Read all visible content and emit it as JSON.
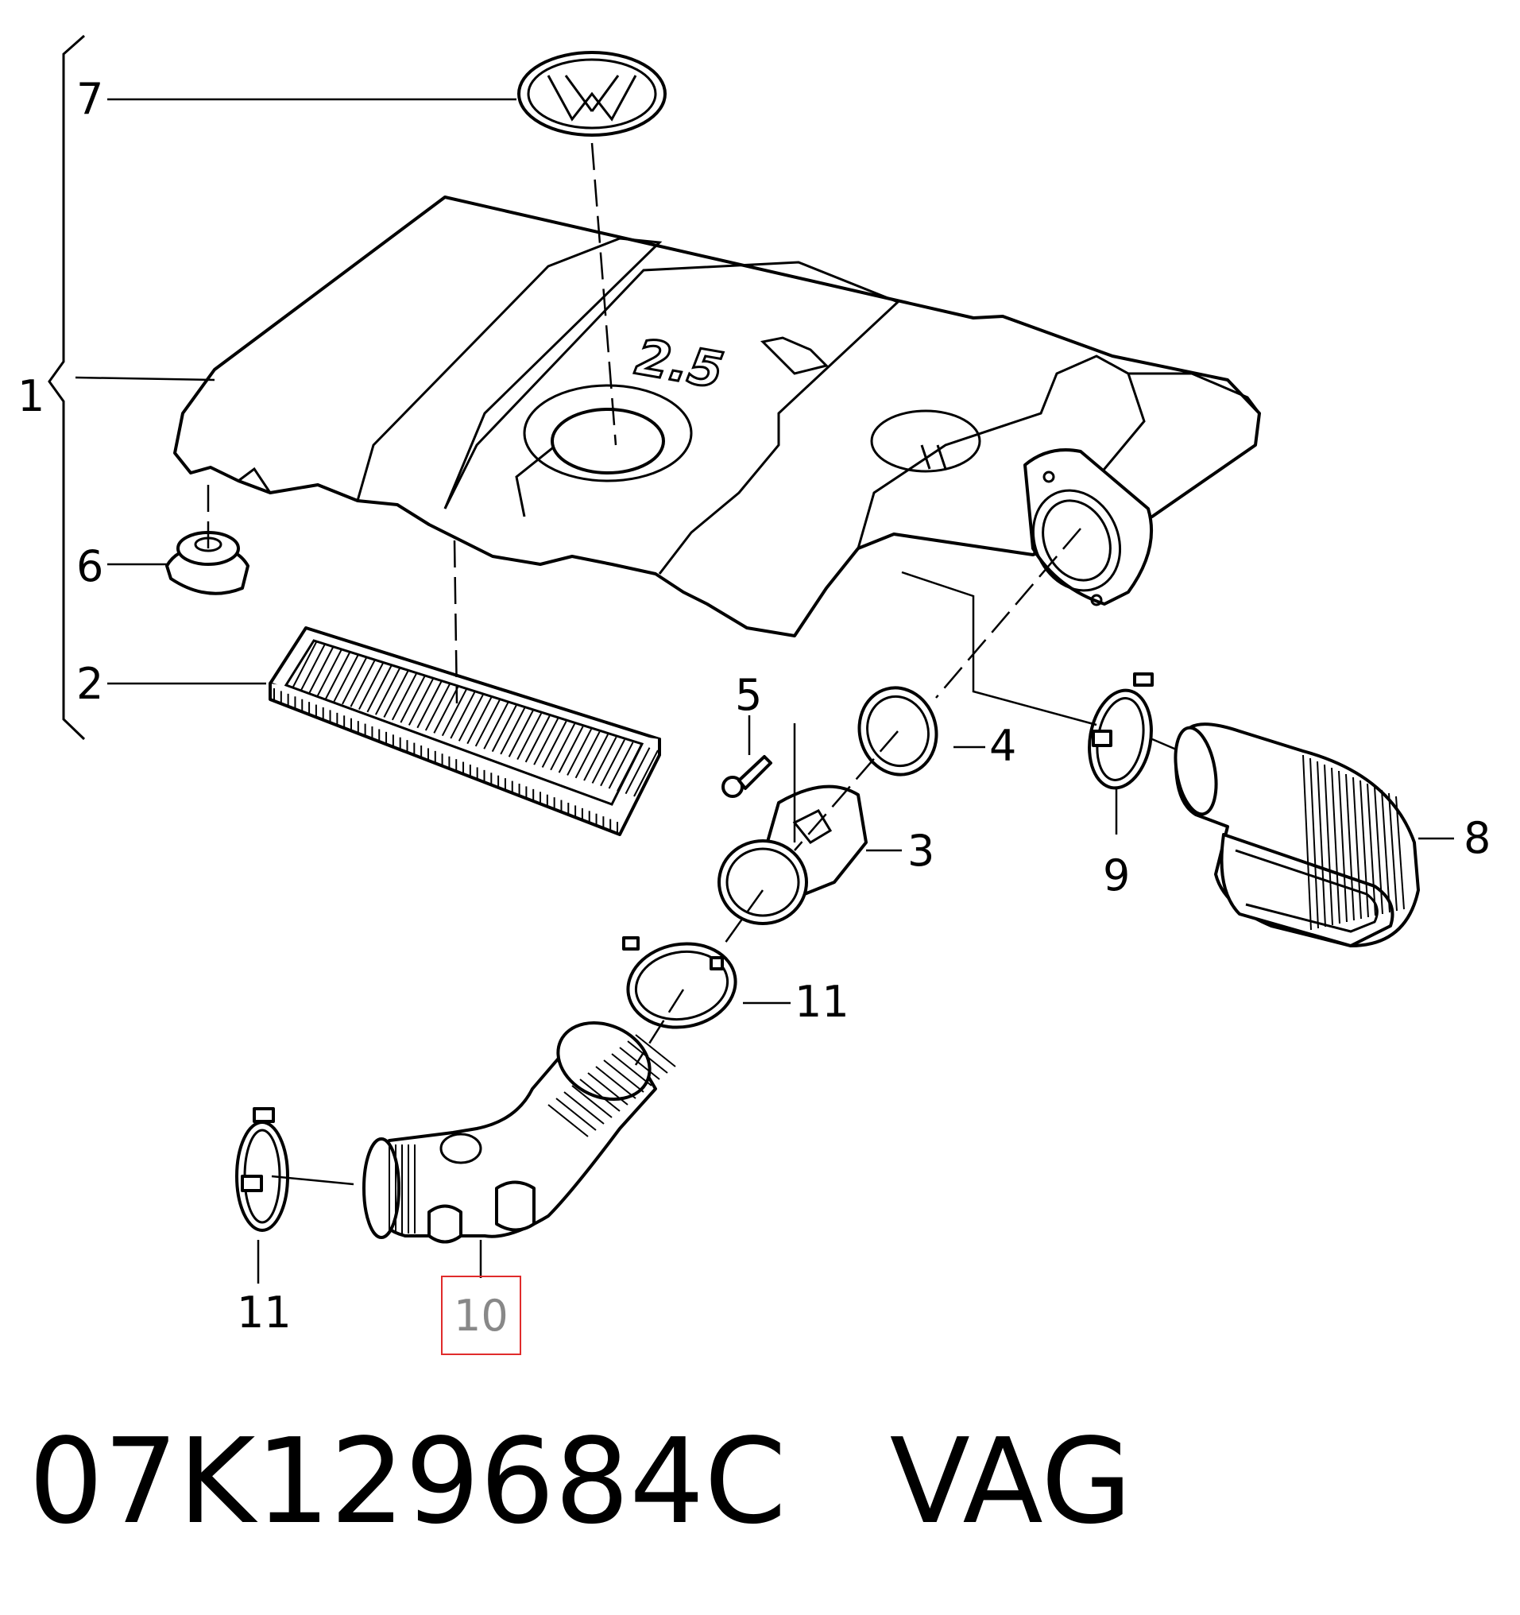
{
  "diagram": {
    "callouts": [
      {
        "id": "c1",
        "label": "1"
      },
      {
        "id": "c2",
        "label": "2"
      },
      {
        "id": "c3",
        "label": "3"
      },
      {
        "id": "c4",
        "label": "4"
      },
      {
        "id": "c5",
        "label": "5"
      },
      {
        "id": "c6",
        "label": "6"
      },
      {
        "id": "c7",
        "label": "7"
      },
      {
        "id": "c8",
        "label": "8"
      },
      {
        "id": "c9",
        "label": "9"
      },
      {
        "id": "c10",
        "label": "10"
      },
      {
        "id": "c11a",
        "label": "11"
      },
      {
        "id": "c11b",
        "label": "11"
      }
    ],
    "cover_text": "2.5",
    "highlight_color": "#e02b2b"
  },
  "caption": {
    "part_number": "07K129684C",
    "brand": "VAG"
  }
}
